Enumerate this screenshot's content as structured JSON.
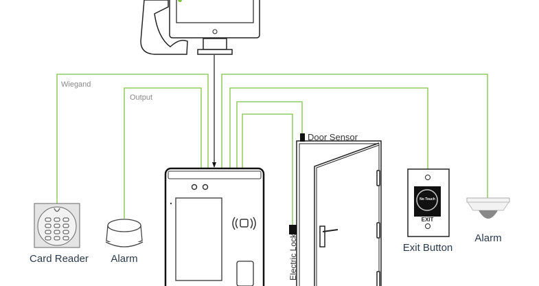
{
  "wires": {
    "wiegand": "Wiegand",
    "output": "Output",
    "door_sensor": "Door Sensor",
    "electric_lock": "Electric Lock"
  },
  "devices": {
    "card_reader": "Card Reader",
    "alarm_left": "Alarm",
    "exit_button": "Exit Button",
    "alarm_right": "Alarm"
  },
  "exit_button_face": {
    "touch_text": "No Touch",
    "exit_text": "EXIT"
  },
  "colors": {
    "wire": "#7cc242",
    "outline": "#222222"
  }
}
